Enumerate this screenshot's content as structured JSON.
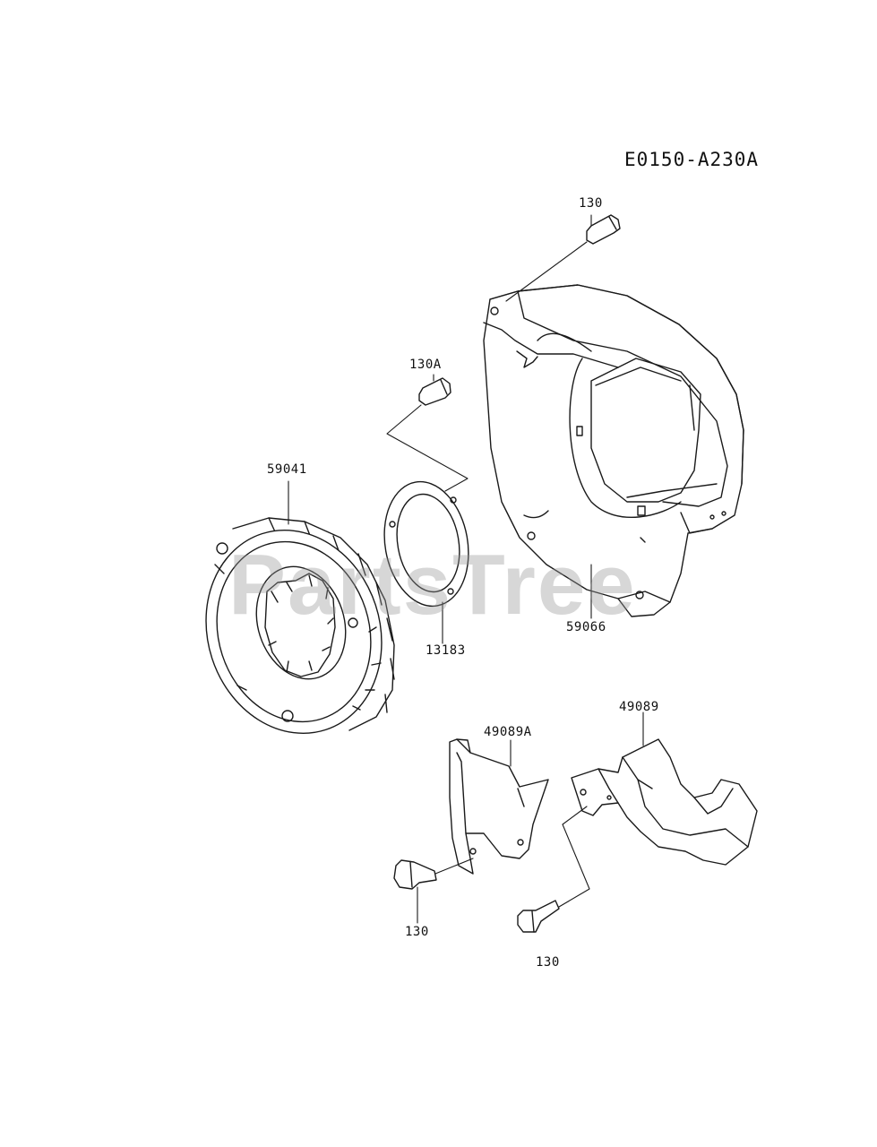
{
  "diagram_code": "E0150-A230A",
  "watermark": "PartsTree",
  "part_labels": {
    "bolt_top": "130",
    "bolt_130a": "130A",
    "fan": "59041",
    "plate": "13183",
    "housing": "59066",
    "cover_a": "49089A",
    "cover_b": "49089",
    "bolt_bottom_left": "130",
    "bolt_bottom_right": "130"
  },
  "colors": {
    "line": "#1a1a1a",
    "fill": "#ffffff",
    "shade": "#e8e8e8"
  }
}
